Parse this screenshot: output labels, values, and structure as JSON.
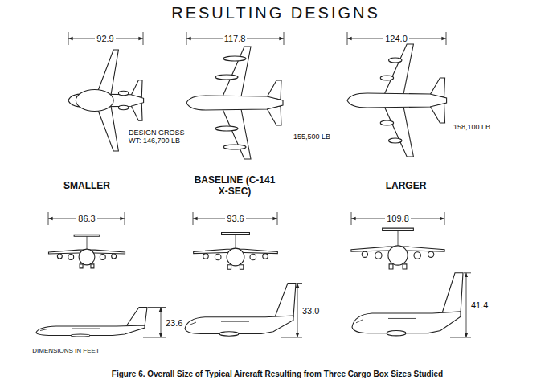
{
  "diagram": {
    "title": "RESULTING DESIGNS",
    "caption": "Figure 6. Overall Size of Typical Aircraft Resulting from Three Cargo Box Sizes Studied",
    "labels": [
      "92.9",
      "117.8",
      "124.0",
      "DESIGN GROSS WT: 146,700 LB",
      "155,500 LB",
      "158,100 LB",
      "SMALLER",
      "BASELINE (C-141 X-SEC)",
      "LARGER",
      "86.3",
      "93.6",
      "109.8",
      "23.6",
      "33.0",
      "41.4",
      "DIMENSIONS IN FEET"
    ]
  }
}
